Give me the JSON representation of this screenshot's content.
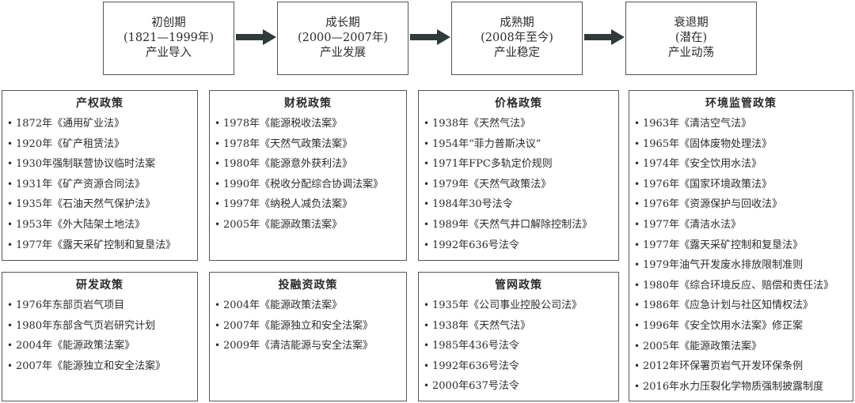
{
  "stages": [
    {
      "lines": [
        "初创期",
        "(1821—1999年)",
        "产业导入"
      ]
    },
    {
      "lines": [
        "成长期",
        "(2000—2007年)",
        "产业发展"
      ]
    },
    {
      "lines": [
        "成熟期",
        "(2008年至今)",
        "产业稳定"
      ]
    },
    {
      "lines": [
        "衰退期",
        "(潜在)",
        "产业动荡"
      ]
    }
  ],
  "policies": {
    "property": {
      "title": "产权政策",
      "items": [
        "1872年《通用矿业法》",
        "1920年《矿产租赁法》",
        "1930年强制联营协议临时法案",
        "1931年《矿产资源合同法》",
        "1935年《石油天然气保护法》",
        "1953年《外大陆架土地法》",
        "1977年《露天采矿控制和复垦法》"
      ]
    },
    "fiscal": {
      "title": "财税政策",
      "items": [
        "1978年《能源税收法案》",
        "1978年《天然气政策法案》",
        "1980年《能源意外获利法》",
        "1990年《税收分配综合协调法案》",
        "1997年《纳税人减负法案》",
        "2005年《能源政策法案》"
      ]
    },
    "price": {
      "title": "价格政策",
      "items": [
        "1938年《天然气法》",
        "1954年“菲力普斯决议”",
        "1971年FPC多轨定价规则",
        "1979年《天然气政策法》",
        "1984年30号法令",
        "1989年《天然气井口解除控制法》",
        "1992年636号法令"
      ]
    },
    "environment": {
      "title": "环境监管政策",
      "items": [
        "1963年《清洁空气法》",
        "1965年《固体废物处理法》",
        "1974年《安全饮用水法》",
        "1976年《国家环境政策法》",
        "1976年《资源保护与回收法》",
        "1977年《清洁水法》",
        "1977年《露天采矿控制和复垦法》",
        "1979年油气开发废水排放限制准则",
        "1980年《综合环境反应、赔偿和责任法》",
        "1986年《应急计划与社区知情权法》",
        "1996年《安全饮用水法案》修正案",
        "2005年《能源政策法案》",
        "2012年环保署页岩气开发环保条例",
        "2016年水力压裂化学物质强制披露制度"
      ]
    },
    "rnd": {
      "title": "研发政策",
      "items": [
        "1976年东部页岩气项目",
        "1980年东部含气页岩研究计划",
        "2004年《能源政策法案》",
        "2007年《能源独立和安全法案》"
      ]
    },
    "investment": {
      "title": "投融资政策",
      "items": [
        "2004年《能源政策法案》",
        "2007年《能源独立和安全法案》",
        "2009年《清洁能源与安全法案》"
      ]
    },
    "pipeline": {
      "title": "管网政策",
      "items": [
        "1935年《公司事业控股公司法》",
        "1938年《天然气法》",
        "1985年436号法令",
        "1992年636号法令",
        "2000年637号法令"
      ]
    }
  },
  "colors": {
    "border": "#555555",
    "arrow": "#2f3a3a",
    "text": "#2b2b2b"
  }
}
